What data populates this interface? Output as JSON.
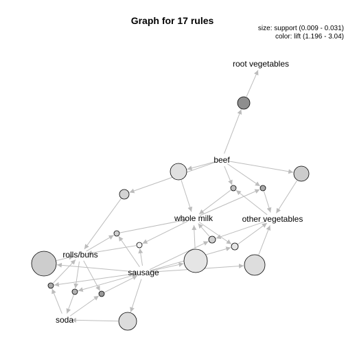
{
  "title": "Graph for 17 rules",
  "legend": {
    "size_text": "size: support (0.009 - 0.031)",
    "color_text": "color: lift (1.196 - 3.04)"
  },
  "items": [
    "root vegetables",
    "beef",
    "whole milk",
    "other vegetables",
    "rolls/buns",
    "sausage",
    "soda"
  ],
  "colors": {
    "edge": "#bcbcbc",
    "node_border": "#000000"
  },
  "rules": [
    {
      "id": 1,
      "lhs": [
        "beef"
      ],
      "rhs": "root vegetables",
      "fill": "#8e8e8e"
    },
    {
      "id": 2,
      "lhs": [
        "beef"
      ],
      "rhs": "rolls/buns",
      "fill": "#d3d3d3"
    },
    {
      "id": 3,
      "lhs": [
        "beef"
      ],
      "rhs": "other vegetables",
      "fill": "#cccccc"
    },
    {
      "id": 4,
      "lhs": [
        "beef",
        "other vegetables"
      ],
      "rhs": "whole milk",
      "fill": "#bdbdbd"
    },
    {
      "id": 5,
      "lhs": [
        "beef",
        "whole milk"
      ],
      "rhs": "other vegetables",
      "fill": "#a9a9a9"
    },
    {
      "id": 6,
      "lhs": [
        "beef"
      ],
      "rhs": "whole milk",
      "fill": "#e0e0e0"
    },
    {
      "id": 7,
      "lhs": [
        "sausage"
      ],
      "rhs": "rolls/buns",
      "fill": "#cdcdcd"
    },
    {
      "id": 8,
      "lhs": [
        "sausage"
      ],
      "rhs": "whole milk",
      "fill": "#e5e5e5"
    },
    {
      "id": 9,
      "lhs": [
        "sausage"
      ],
      "rhs": "other vegetables",
      "fill": "#dddddd"
    },
    {
      "id": 10,
      "lhs": [
        "sausage",
        "rolls/buns"
      ],
      "rhs": "whole milk",
      "fill": "#cdcdcd"
    },
    {
      "id": 11,
      "lhs": [
        "sausage",
        "whole milk"
      ],
      "rhs": "rolls/buns",
      "fill": "#f2f2f2"
    },
    {
      "id": 12,
      "lhs": [
        "sausage",
        "other vegetables"
      ],
      "rhs": "whole milk",
      "fill": "#cfcfcf"
    },
    {
      "id": 13,
      "lhs": [
        "sausage",
        "whole milk"
      ],
      "rhs": "other vegetables",
      "fill": "#e5e5e5"
    },
    {
      "id": 14,
      "lhs": [
        "sausage",
        "soda"
      ],
      "rhs": "rolls/buns",
      "fill": "#a8a8a8"
    },
    {
      "id": 15,
      "lhs": [
        "sausage",
        "rolls/buns"
      ],
      "rhs": "soda",
      "fill": "#b1b1b1"
    },
    {
      "id": 16,
      "lhs": [
        "rolls/buns",
        "soda"
      ],
      "rhs": "sausage",
      "fill": "#999999"
    },
    {
      "id": 17,
      "lhs": [
        "sausage"
      ],
      "rhs": "soda",
      "fill": "#dcdcdc"
    }
  ]
}
